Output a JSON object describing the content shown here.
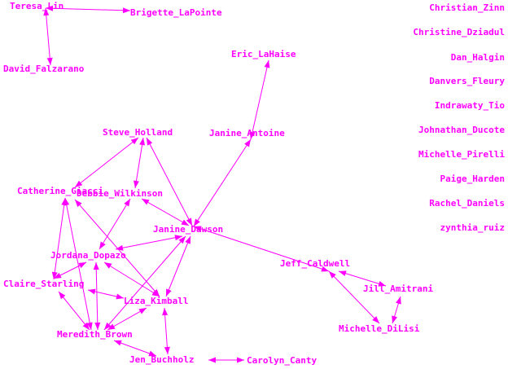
{
  "colors": {
    "background": "#ffffff",
    "node": "#ff00ff",
    "edge": "#ff00ff"
  },
  "graph": {
    "nodes": [
      {
        "id": "teresa",
        "label": "Teresa_Lin"
      },
      {
        "id": "brigette",
        "label": "Brigette_LaPointe"
      },
      {
        "id": "david",
        "label": "David_Falzarano"
      },
      {
        "id": "eric",
        "label": "Eric_LaHaise"
      },
      {
        "id": "janine_a",
        "label": "Janine_Antoine"
      },
      {
        "id": "steve",
        "label": "Steve_Holland"
      },
      {
        "id": "catherine",
        "label": "Catherine_Giacci"
      },
      {
        "id": "debbie",
        "label": "Debbie_Wilkinson"
      },
      {
        "id": "janine_d",
        "label": "Janine_Dawson"
      },
      {
        "id": "jordana",
        "label": "Jordana_Dopazo"
      },
      {
        "id": "jeff",
        "label": "Jeff_Caldwell"
      },
      {
        "id": "claire",
        "label": "Claire_Starling"
      },
      {
        "id": "liza",
        "label": "Liza_Kimball"
      },
      {
        "id": "jill",
        "label": "Jill_Amitrani"
      },
      {
        "id": "meredith",
        "label": "Meredith_Brown"
      },
      {
        "id": "michelle_d",
        "label": "Michelle_DiLisi"
      },
      {
        "id": "jen",
        "label": "Jen_Buchholz"
      },
      {
        "id": "carolyn",
        "label": "Carolyn_Canty"
      },
      {
        "id": "christian",
        "label": "Christian_Zinn"
      },
      {
        "id": "christine",
        "label": "Christine_Dziadul"
      },
      {
        "id": "dan",
        "label": "Dan_Halgin"
      },
      {
        "id": "danvers",
        "label": "Danvers_Fleury"
      },
      {
        "id": "indrawaty",
        "label": "Indrawaty_Tio"
      },
      {
        "id": "johnathan",
        "label": "Johnathan_Ducote"
      },
      {
        "id": "michelle_p",
        "label": "Michelle_Pirelli"
      },
      {
        "id": "paige",
        "label": "Paige_Harden"
      },
      {
        "id": "rachel",
        "label": "Rachel_Daniels"
      },
      {
        "id": "zynthia",
        "label": "zynthia_ruiz"
      }
    ],
    "edges": [
      [
        "teresa",
        "brigette"
      ],
      [
        "teresa",
        "david"
      ],
      [
        "eric",
        "janine_a"
      ],
      [
        "janine_a",
        "janine_d"
      ],
      [
        "steve",
        "catherine"
      ],
      [
        "steve",
        "debbie"
      ],
      [
        "steve",
        "janine_d"
      ],
      [
        "debbie",
        "janine_d"
      ],
      [
        "debbie",
        "jordana"
      ],
      [
        "catherine",
        "claire"
      ],
      [
        "catherine",
        "meredith"
      ],
      [
        "catherine",
        "liza"
      ],
      [
        "janine_d",
        "jordana"
      ],
      [
        "janine_d",
        "jeff"
      ],
      [
        "janine_d",
        "liza"
      ],
      [
        "janine_d",
        "meredith"
      ],
      [
        "jordana",
        "claire"
      ],
      [
        "jordana",
        "liza"
      ],
      [
        "jordana",
        "meredith"
      ],
      [
        "claire",
        "liza"
      ],
      [
        "claire",
        "meredith"
      ],
      [
        "liza",
        "meredith"
      ],
      [
        "liza",
        "jen"
      ],
      [
        "meredith",
        "jen"
      ],
      [
        "jen",
        "carolyn"
      ],
      [
        "jeff",
        "jill"
      ],
      [
        "jeff",
        "michelle_d"
      ],
      [
        "jill",
        "michelle_d"
      ]
    ]
  }
}
